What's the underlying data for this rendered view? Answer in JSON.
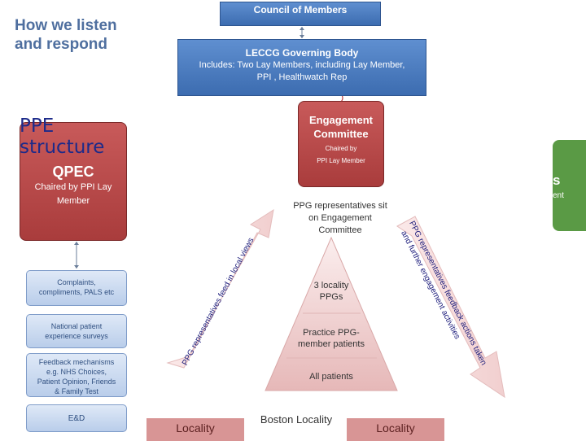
{
  "title": {
    "line1": "How we listen",
    "line2": "and respond"
  },
  "overlay_title": {
    "line1": "PPE",
    "line2": "structure"
  },
  "council": {
    "label": "Council of Members"
  },
  "governing_body": {
    "title": "LECCG Governing Body",
    "line2": "Includes: Two Lay Members, including Lay Member,",
    "line3": "PPI , Healthwatch Rep"
  },
  "qpec": {
    "title": "QPEC",
    "subtitle_line1": "Chaired by PPI Lay",
    "subtitle_line2": "Member"
  },
  "engagement_committee": {
    "title_line1": "Engagement",
    "title_line2": "Committee",
    "subtitle_line1": "Chaired by",
    "subtitle_line2": "PPI Lay Member"
  },
  "green_box": {
    "partial_title": "s",
    "partial_text": "ent"
  },
  "feedback_boxes": [
    {
      "line1": "Complaints,",
      "line2": "compliments, PALS etc"
    },
    {
      "line1": "National patient",
      "line2": "experience surveys"
    },
    {
      "line1": "Feedback mechanisms",
      "line2": "e.g. NHS Choices,",
      "line3": "Patient Opinion, Friends",
      "line4": "& Family Test"
    },
    {
      "line1": "E&D"
    }
  ],
  "ppg_text": {
    "line1": "PPG representatives sit",
    "line2": "on Engagement",
    "line3": "Committee"
  },
  "triangle": {
    "level1_line1": "3 locality",
    "level1_line2": "PPGs",
    "level2_line1": "Practice PPG-",
    "level2_line2": "member patients",
    "level3": "All patients"
  },
  "arrows": {
    "left": "PPG representatives feed in local views",
    "right_line1": "PPG representatives feedback actions taken",
    "right_line2": "and further engagement activities"
  },
  "localities": {
    "left": "Locality",
    "middle": "Boston Locality",
    "right": "Locality"
  },
  "colors": {
    "blue": "#4a7cc0",
    "red": "#b54545",
    "green": "#5a9a45",
    "pink": "#f2dede"
  }
}
